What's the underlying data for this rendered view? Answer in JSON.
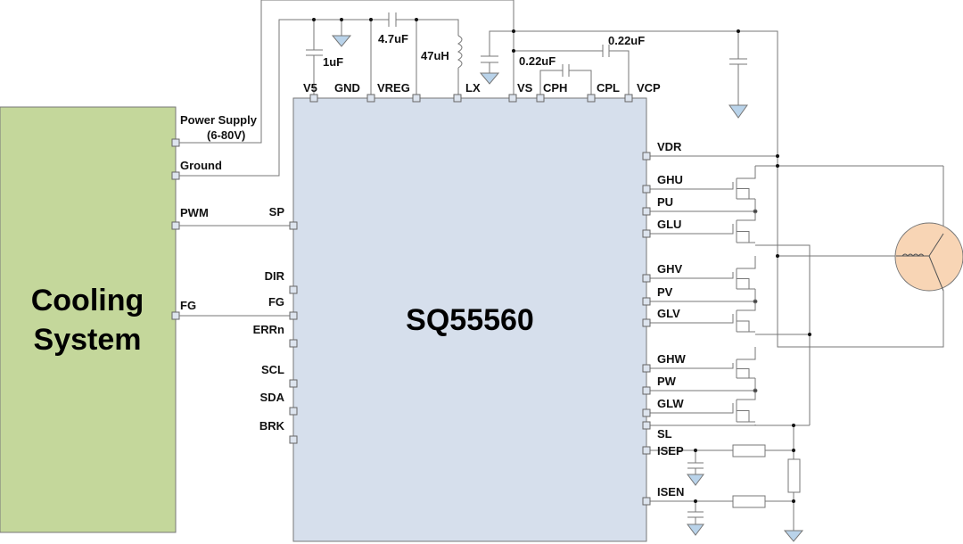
{
  "controller": {
    "title_line1": "Cooling",
    "title_line2": "System",
    "pins": [
      "Power Supply",
      "(6-80V)",
      "Ground",
      "PWM",
      "FG"
    ],
    "color": "#c4d79b"
  },
  "chip": {
    "name": "SQ55560",
    "color": "#d6dfec",
    "top_pins": [
      "V5",
      "GND",
      "VREG",
      "LX",
      "VS",
      "CPH",
      "CPL",
      "VCP"
    ],
    "left_pins": [
      "SP",
      "DIR",
      "FG",
      "ERRn",
      "SCL",
      "SDA",
      "BRK"
    ],
    "right_pins": [
      "VDR",
      "GHU",
      "PU",
      "GLU",
      "GHV",
      "PV",
      "GLV",
      "GHW",
      "PW",
      "GLW",
      "SL",
      "ISEP",
      "ISEN"
    ]
  },
  "components": {
    "c_v5": "1uF",
    "c_reg": "4.7uF",
    "l_lx": "47uH",
    "c_cp1": "0.22uF",
    "c_cp2": "0.22uF"
  },
  "motor": {
    "color": "#f8d5b5"
  }
}
